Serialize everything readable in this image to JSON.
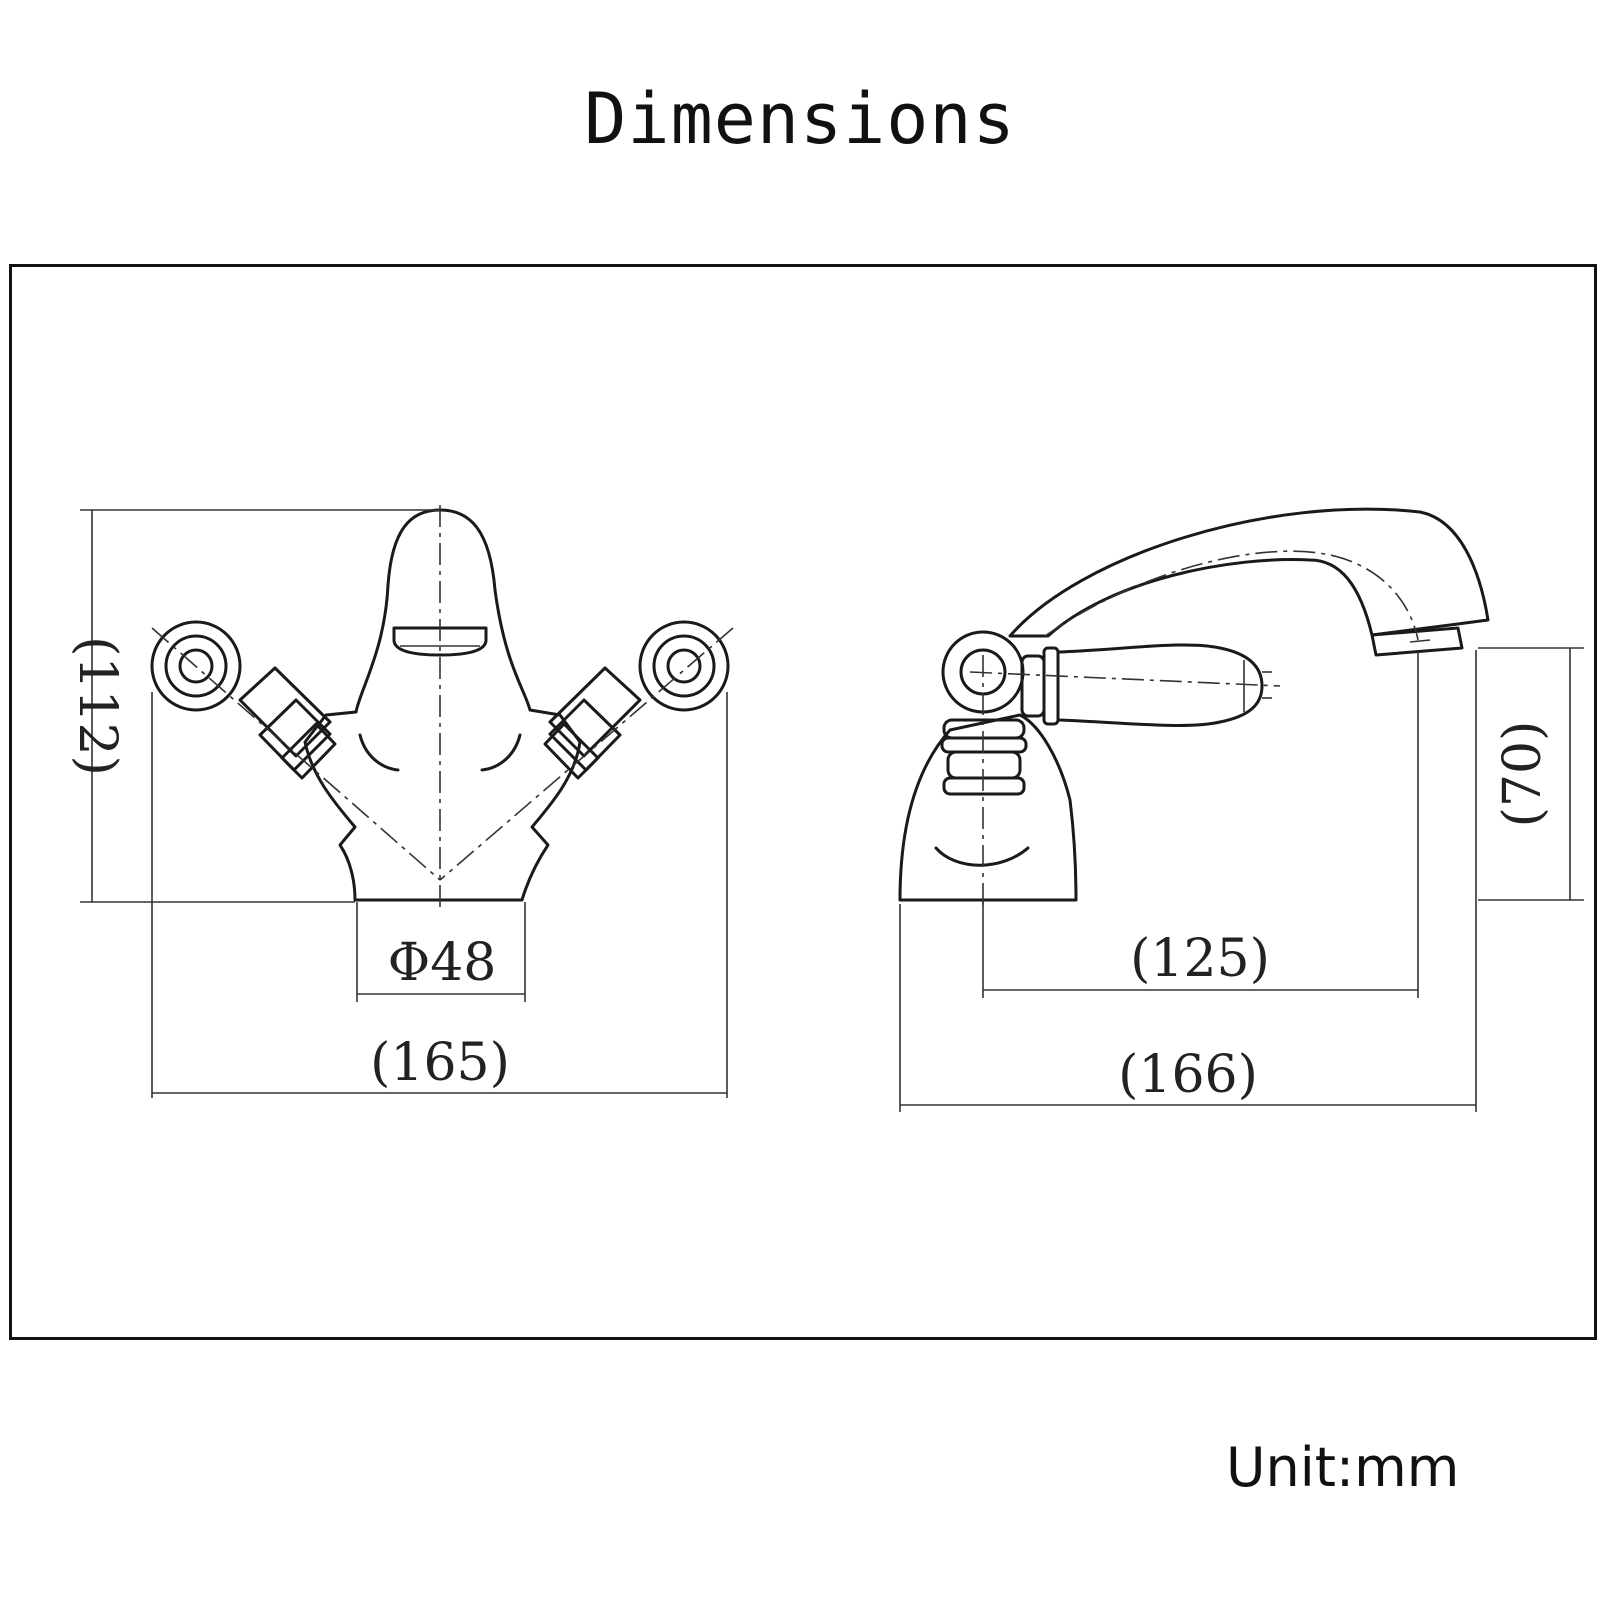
{
  "title": "Dimensions",
  "unit_note": "Unit:mm",
  "front_view": {
    "height_label": "(112)",
    "base_diameter_label": "Φ48",
    "width_label": "(165)"
  },
  "side_view": {
    "spout_height_label": "(70)",
    "spout_reach_label": "(125)",
    "depth_label": "(166)"
  }
}
